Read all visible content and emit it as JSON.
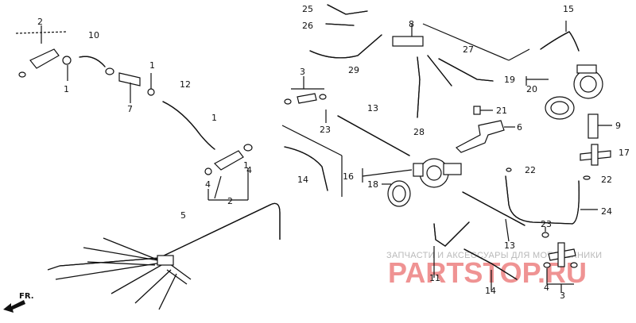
{
  "diagram": {
    "callouts": [
      "25",
      "26",
      "8",
      "15",
      "2",
      "10",
      "1",
      "1",
      "12",
      "7",
      "29",
      "27",
      "19",
      "20",
      "3",
      "1",
      "23",
      "13",
      "28",
      "21",
      "6",
      "9",
      "1",
      "17",
      "16",
      "18",
      "14",
      "22",
      "22",
      "4",
      "4",
      "2",
      "5",
      "24",
      "23",
      "13",
      "11",
      "14",
      "4",
      "3"
    ],
    "direction_label": "FR."
  },
  "watermark": {
    "caption": "ЗАПЧАСТИ И АКСЕССУАРЫ ДЛЯ МОТОТЕХНИКИ",
    "brand": "PARTSTOP.RU"
  }
}
